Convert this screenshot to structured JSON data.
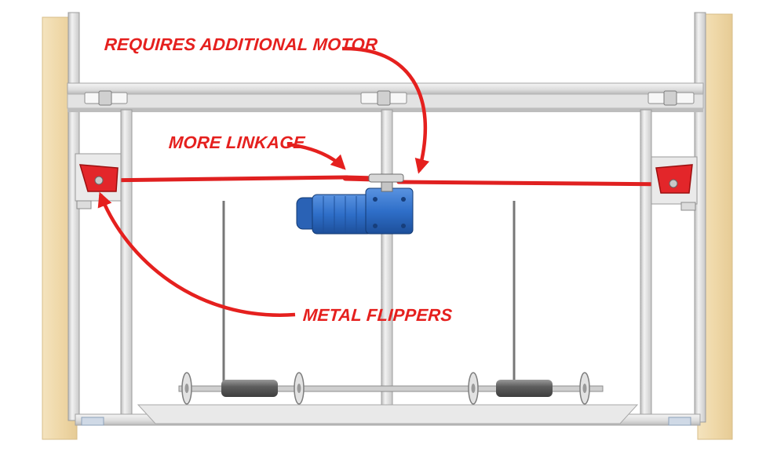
{
  "callouts": {
    "motor": "REQUIRES ADDITIONAL MOTOR",
    "linkage": "MORE LINKAGE",
    "flippers": "METAL FLIPPERS"
  },
  "colors": {
    "callout": "#e5201e",
    "linkage_red": "#e02020",
    "motor_blue": "#2f6fc9",
    "frame_gray": "#d6d6d6",
    "wood": "#f1dcb0"
  }
}
